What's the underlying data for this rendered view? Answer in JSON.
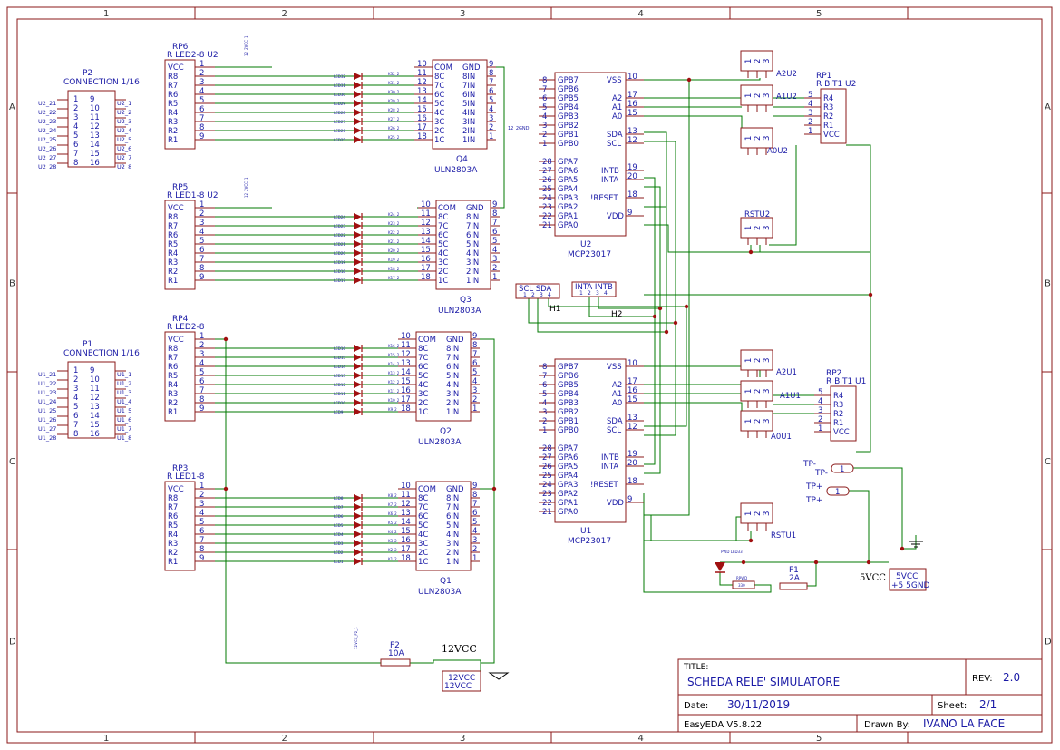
{
  "frame": {
    "columns": [
      "1",
      "2",
      "3",
      "4",
      "5"
    ],
    "rows": [
      "A",
      "B",
      "C",
      "D"
    ]
  },
  "connectors": [
    {
      "ref": "P2",
      "name": "CONNECTION 1/16",
      "pins": [
        [
          "1",
          "9"
        ],
        [
          "2",
          "10"
        ],
        [
          "3",
          "11"
        ],
        [
          "4",
          "12"
        ],
        [
          "5",
          "13"
        ],
        [
          "6",
          "14"
        ],
        [
          "7",
          "15"
        ],
        [
          "8",
          "16"
        ]
      ],
      "left": [
        "U2_21",
        "U2_22",
        "U2_23",
        "U2_24",
        "U2_25",
        "U2_26",
        "U2_27",
        "U2_28"
      ],
      "right": [
        "U2_1",
        "U2_2",
        "U2_3",
        "U2_4",
        "U2_5",
        "U2_6",
        "U2_7",
        "U2_8"
      ]
    },
    {
      "ref": "P1",
      "name": "CONNECTION 1/16",
      "pins": [
        [
          "1",
          "9"
        ],
        [
          "2",
          "10"
        ],
        [
          "3",
          "11"
        ],
        [
          "4",
          "12"
        ],
        [
          "5",
          "13"
        ],
        [
          "6",
          "14"
        ],
        [
          "7",
          "15"
        ],
        [
          "8",
          "16"
        ]
      ],
      "left": [
        "U1_21",
        "U1_22",
        "U1_23",
        "U1_24",
        "U1_25",
        "U1_26",
        "U1_27",
        "U1_28"
      ],
      "right": [
        "U1_1",
        "U1_2",
        "U1_3",
        "U1_4",
        "U1_5",
        "U1_6",
        "U1_7",
        "U1_8"
      ]
    }
  ],
  "resistor_packs": [
    {
      "ref": "RP6",
      "name": "R LED2-8 U2",
      "pins": [
        "VCC",
        "R8",
        "R7",
        "R6",
        "R5",
        "R4",
        "R3",
        "R2",
        "R1"
      ],
      "nums": [
        "1",
        "2",
        "3",
        "4",
        "5",
        "6",
        "7",
        "8",
        "9"
      ]
    },
    {
      "ref": "RP5",
      "name": "R LED1-8 U2",
      "pins": [
        "VCC",
        "R8",
        "R7",
        "R6",
        "R5",
        "R4",
        "R3",
        "R2",
        "R1"
      ],
      "nums": [
        "1",
        "2",
        "3",
        "4",
        "5",
        "6",
        "7",
        "8",
        "9"
      ]
    },
    {
      "ref": "RP4",
      "name": "R LED2-8",
      "pins": [
        "VCC",
        "R8",
        "R7",
        "R6",
        "R5",
        "R4",
        "R3",
        "R2",
        "R1"
      ],
      "nums": [
        "1",
        "2",
        "3",
        "4",
        "5",
        "6",
        "7",
        "8",
        "9"
      ]
    },
    {
      "ref": "RP3",
      "name": "R LED1-8",
      "pins": [
        "VCC",
        "R8",
        "R7",
        "R6",
        "R5",
        "R4",
        "R3",
        "R2",
        "R1"
      ],
      "nums": [
        "1",
        "2",
        "3",
        "4",
        "5",
        "6",
        "7",
        "8",
        "9"
      ]
    }
  ],
  "drivers": [
    {
      "ref": "Q4",
      "name": "ULN2803A",
      "left": [
        "COM",
        "8C",
        "7C",
        "6C",
        "5C",
        "4C",
        "3C",
        "2C",
        "1C"
      ],
      "lnums": [
        "10",
        "11",
        "12",
        "13",
        "14",
        "15",
        "16",
        "17",
        "18"
      ],
      "right": [
        "GND",
        "8IN",
        "7IN",
        "6IN",
        "5IN",
        "4IN",
        "3IN",
        "2IN",
        "1IN"
      ],
      "rnums": [
        "9",
        "8",
        "7",
        "6",
        "5",
        "4",
        "3",
        "2",
        "1"
      ]
    },
    {
      "ref": "Q3",
      "name": "ULN2803A",
      "left": [
        "COM",
        "8C",
        "7C",
        "6C",
        "5C",
        "4C",
        "3C",
        "2C",
        "1C"
      ],
      "lnums": [
        "10",
        "11",
        "12",
        "13",
        "14",
        "15",
        "16",
        "17",
        "18"
      ],
      "right": [
        "GND",
        "8IN",
        "7IN",
        "6IN",
        "5IN",
        "4IN",
        "3IN",
        "2IN",
        "1IN"
      ],
      "rnums": [
        "9",
        "8",
        "7",
        "6",
        "5",
        "4",
        "3",
        "2",
        "1"
      ]
    },
    {
      "ref": "Q2",
      "name": "ULN2803A",
      "left": [
        "COM",
        "8C",
        "7C",
        "6C",
        "5C",
        "4C",
        "3C",
        "2C",
        "1C"
      ],
      "lnums": [
        "10",
        "11",
        "12",
        "13",
        "14",
        "15",
        "16",
        "17",
        "18"
      ],
      "right": [
        "GND",
        "8IN",
        "7IN",
        "6IN",
        "5IN",
        "4IN",
        "3IN",
        "2IN",
        "1IN"
      ],
      "rnums": [
        "9",
        "8",
        "7",
        "6",
        "5",
        "4",
        "3",
        "2",
        "1"
      ]
    },
    {
      "ref": "Q1",
      "name": "ULN2803A",
      "left": [
        "COM",
        "8C",
        "7C",
        "6C",
        "5C",
        "4C",
        "3C",
        "2C",
        "1C"
      ],
      "lnums": [
        "10",
        "11",
        "12",
        "13",
        "14",
        "15",
        "16",
        "17",
        "18"
      ],
      "right": [
        "GND",
        "8IN",
        "7IN",
        "6IN",
        "5IN",
        "4IN",
        "3IN",
        "2IN",
        "1IN"
      ],
      "rnums": [
        "9",
        "8",
        "7",
        "6",
        "5",
        "4",
        "3",
        "2",
        "1"
      ]
    }
  ],
  "led_labels": {
    "q4": [
      "LED32",
      "LED31",
      "LED30",
      "LED29",
      "LED28",
      "LED27",
      "LED26",
      "LED25"
    ],
    "q3": [
      "LED24",
      "LED23",
      "LED22",
      "LED21",
      "LED20",
      "LED19",
      "LED18",
      "LED17"
    ],
    "q2": [
      "LED16",
      "LED15",
      "LED14",
      "LED13",
      "LED12",
      "LED11",
      "LED10",
      "LED9"
    ],
    "q1": [
      "LED8",
      "LED7",
      "LED6",
      "LED5",
      "LED4",
      "LED3",
      "LED2",
      "LED1"
    ]
  },
  "net_labels": {
    "q4": [
      "K32_2",
      "K31_2",
      "K30_2",
      "K29_2",
      "K28_2",
      "K27_2",
      "K26_2",
      "K25_2"
    ],
    "q3": [
      "K24_2",
      "K23_2",
      "K22_2",
      "K21_2",
      "K20_2",
      "K19_2",
      "K18_2",
      "K17_2"
    ],
    "q2": [
      "K16_2",
      "K15_2",
      "K14_2",
      "K13_2",
      "K12_2",
      "K11_2",
      "K10_2",
      "K9_2"
    ],
    "q1": [
      "K8_2",
      "K7_2",
      "K6_2",
      "K5_2",
      "K4_2",
      "K3_2",
      "K2_2",
      "K1_2"
    ],
    "vcc_q4": "12_2VCC_1",
    "vcc_q3": "12_2VCC_1",
    "gnd_q4": "12_2GND",
    "vcc_f2": "12VCC_F2_1"
  },
  "expanders": [
    {
      "ref": "U2",
      "name": "MCP23017",
      "left": [
        "GPB7",
        "GPB6",
        "GPB5",
        "GPB4",
        "GPB3",
        "GPB2",
        "GPB1",
        "GPB0",
        "",
        "GPA7",
        "GPA6",
        "GPA5",
        "GPA4",
        "GPA3",
        "GPA2",
        "GPA1",
        "GPA0"
      ],
      "lnums": [
        "8",
        "7",
        "6",
        "5",
        "4",
        "3",
        "2",
        "1",
        "",
        "28",
        "27",
        "26",
        "25",
        "24",
        "23",
        "22",
        "21"
      ],
      "right": [
        "VSS",
        "",
        "A2",
        "A1",
        "A0",
        "",
        "SDA",
        "SCL",
        "",
        "",
        "INTB",
        "INTA",
        "",
        "!RESET",
        "",
        "VDD"
      ],
      "rnums": [
        "10",
        "",
        "17",
        "16",
        "15",
        "",
        "13",
        "12",
        "",
        "",
        "19",
        "20",
        "",
        "18",
        "",
        "9"
      ]
    },
    {
      "ref": "U1",
      "name": "MCP23017",
      "left": [
        "GPB7",
        "GPB6",
        "GPB5",
        "GPB4",
        "GPB3",
        "GPB2",
        "GPB1",
        "GPB0",
        "",
        "GPA7",
        "GPA6",
        "GPA5",
        "GPA4",
        "GPA3",
        "GPA2",
        "GPA1",
        "GPA0"
      ],
      "lnums": [
        "8",
        "7",
        "6",
        "5",
        "4",
        "3",
        "2",
        "1",
        "",
        "28",
        "27",
        "26",
        "25",
        "24",
        "23",
        "22",
        "21"
      ],
      "right": [
        "VSS",
        "",
        "A2",
        "A1",
        "A0",
        "",
        "SDA",
        "SCL",
        "",
        "",
        "INTB",
        "INTA",
        "",
        "!RESET",
        "",
        "VDD"
      ],
      "rnums": [
        "10",
        "",
        "17",
        "16",
        "15",
        "",
        "13",
        "12",
        "",
        "",
        "19",
        "20",
        "",
        "18",
        "",
        "9"
      ]
    }
  ],
  "headers": {
    "h1": {
      "ref": "H1",
      "label": "SCL SDA",
      "pins": [
        "1",
        "2",
        "3",
        "4"
      ]
    },
    "h2": {
      "ref": "H2",
      "label": "INTA INTB",
      "pins": [
        "1",
        "2",
        "3",
        "4"
      ]
    }
  },
  "jumpers": [
    {
      "ref": "A2U2",
      "pins": [
        "1",
        "2",
        "3"
      ]
    },
    {
      "ref": "A1U2",
      "pins": [
        "1",
        "2",
        "3"
      ]
    },
    {
      "ref": "A0U2",
      "pins": [
        "1",
        "2",
        "3"
      ]
    },
    {
      "ref": "RSTU2",
      "pins": [
        "1",
        "2",
        "3"
      ]
    },
    {
      "ref": "A2U1",
      "pins": [
        "1",
        "2",
        "3"
      ]
    },
    {
      "ref": "A1U1",
      "pins": [
        "1",
        "2",
        "3"
      ]
    },
    {
      "ref": "A0U1",
      "pins": [
        "1",
        "2",
        "3"
      ]
    },
    {
      "ref": "RSTU1",
      "pins": [
        "1",
        "2",
        "3"
      ]
    }
  ],
  "rbit": [
    {
      "ref": "RP1",
      "name": "R BIT1 U2",
      "pins": [
        "R4",
        "R3",
        "R2",
        "R1",
        "VCC"
      ],
      "nums": [
        "5",
        "4",
        "3",
        "2",
        "1"
      ]
    },
    {
      "ref": "RP2",
      "name": "R BIT1 U1",
      "pins": [
        "R4",
        "R3",
        "R2",
        "R1",
        "VCC"
      ],
      "nums": [
        "5",
        "4",
        "3",
        "2",
        "1"
      ]
    }
  ],
  "power": {
    "tpm_a": "TP-",
    "tpm_b": "TP-",
    "tpp_a": "TP+",
    "tpp_b": "TP+",
    "tp_pin": "1",
    "pwd_led": "PWD LED33",
    "pwd_res": "RPWD",
    "pwd_res_val": "330",
    "f1_ref": "F1",
    "f1_val": "2A",
    "f2_ref": "F2",
    "f2_val": "10A",
    "v5_flag": "5VCC",
    "v5_box": [
      "5VCC",
      "+5 5GND"
    ],
    "v12_flag": "12VCC",
    "v12_box": [
      "12VCC",
      "12VCC"
    ]
  },
  "title_block": {
    "title_label": "TITLE:",
    "title": "SCHEDA RELE' SIMULATORE",
    "rev_label": "REV:",
    "rev": "2.0",
    "date_label": "Date:",
    "date": "30/11/2019",
    "sheet_label": "Sheet:",
    "sheet": "2/1",
    "tool": "EasyEDA V5.8.22",
    "drawn_label": "Drawn By:",
    "drawn_by": "IVANO LA FACE"
  }
}
